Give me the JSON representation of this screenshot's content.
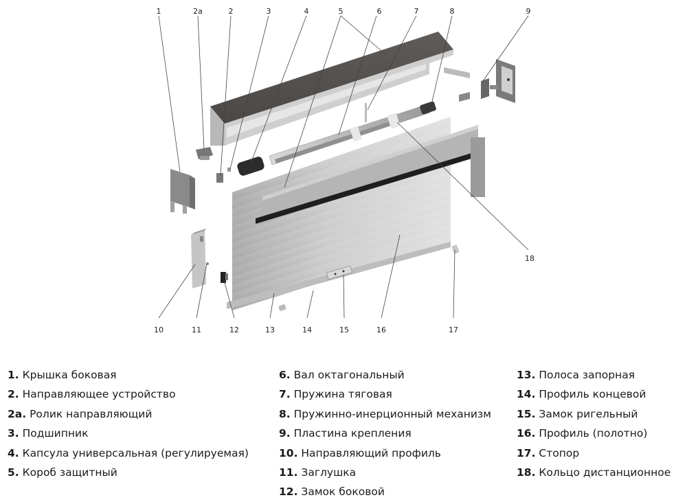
{
  "callouts": [
    {
      "id": "1",
      "label": "1"
    },
    {
      "id": "2a",
      "label": "2a"
    },
    {
      "id": "2",
      "label": "2"
    },
    {
      "id": "3",
      "label": "3"
    },
    {
      "id": "4",
      "label": "4"
    },
    {
      "id": "5",
      "label": "5"
    },
    {
      "id": "6",
      "label": "6"
    },
    {
      "id": "7",
      "label": "7"
    },
    {
      "id": "8",
      "label": "8"
    },
    {
      "id": "9",
      "label": "9"
    },
    {
      "id": "10",
      "label": "10"
    },
    {
      "id": "11",
      "label": "11"
    },
    {
      "id": "12",
      "label": "12"
    },
    {
      "id": "13",
      "label": "13"
    },
    {
      "id": "14",
      "label": "14"
    },
    {
      "id": "15",
      "label": "15"
    },
    {
      "id": "16",
      "label": "16"
    },
    {
      "id": "17",
      "label": "17"
    },
    {
      "id": "18",
      "label": "18"
    }
  ],
  "legend": {
    "column1": [
      {
        "num": "1.",
        "text": "Крышка боковая"
      },
      {
        "num": "2.",
        "text": "Направляющее устройство"
      },
      {
        "num": "2a.",
        "text": "Ролик направляющий"
      },
      {
        "num": "3.",
        "text": "Подшипник"
      },
      {
        "num": "4.",
        "text": "Капсула универсальная (регулируемая)"
      },
      {
        "num": "5.",
        "text": "Короб защитный"
      }
    ],
    "column2": [
      {
        "num": "6.",
        "text": "Вал октагональный"
      },
      {
        "num": "7.",
        "text": "Пружина тяговая"
      },
      {
        "num": "8.",
        "text": "Пружинно-инерционный механизм"
      },
      {
        "num": "9.",
        "text": "Пластина крепления"
      },
      {
        "num": "10.",
        "text": "Направляющий профиль"
      },
      {
        "num": "11.",
        "text": "Заглушка"
      },
      {
        "num": "12.",
        "text": "Замок боковой"
      }
    ],
    "column3": [
      {
        "num": "13.",
        "text": "Полоса запорная"
      },
      {
        "num": "14.",
        "text": "Профиль концевой"
      },
      {
        "num": "15.",
        "text": "Замок ригельный"
      },
      {
        "num": "16.",
        "text": "Профиль (полотно)"
      },
      {
        "num": "17.",
        "text": "Стопор"
      },
      {
        "num": "18.",
        "text": "Кольцо дистанционное"
      }
    ]
  }
}
